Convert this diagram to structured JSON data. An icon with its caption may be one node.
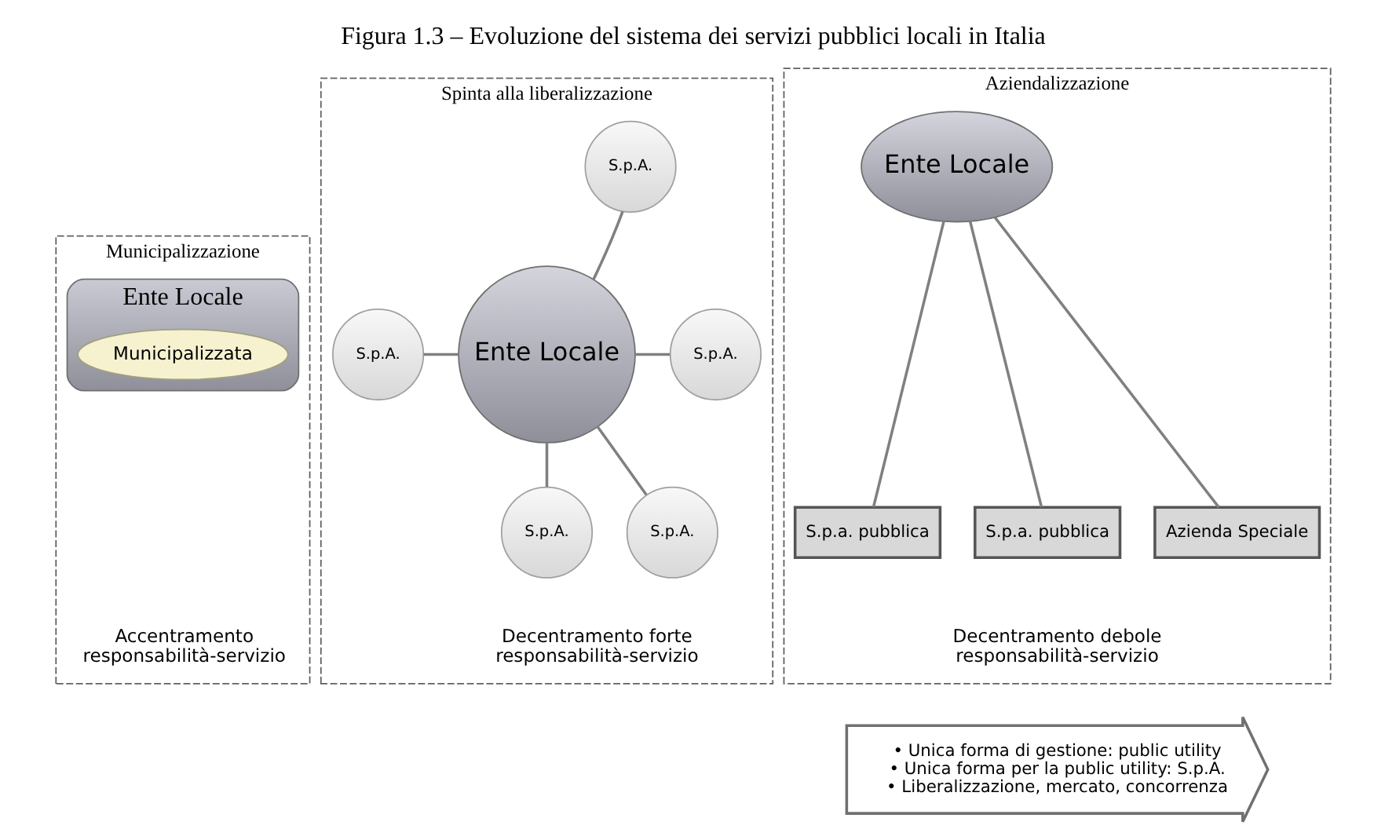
{
  "diagram": {
    "title": "Figura 1.3 – Evoluzione del sistema dei servizi pubblici locali in Italia",
    "nodes": [
      {
        "text": [
          "Municipalizzazione"
        ]
      },
      {
        "text": [
          "Ente Locale"
        ],
        "in": 0
      },
      {
        "text": [
          "Municipalizzata"
        ],
        "in": 1
      },
      {
        "text": [
          "Aziendalizzazione"
        ]
      },
      {
        "text": [
          "Ente Locale"
        ],
        "in": 3
      },
      {
        "text": [
          "S.p.a. pubblica"
        ],
        "in": 3
      },
      {
        "text": [
          "Azienda Speciale"
        ],
        "in": 3
      },
      {
        "text": [
          "S.p.a. pubblica"
        ],
        "in": 3
      },
      {
        "text": [
          "Spinta alla liberalizzazione"
        ]
      },
      {
        "text": [
          "S.p.A."
        ],
        "in": 8
      },
      {
        "text": [
          "S.p.A."
        ],
        "in": 8
      },
      {
        "text": [
          "Ente Locale"
        ],
        "in": 8
      },
      {
        "text": [
          "S.p.A."
        ],
        "in": 8
      },
      {
        "text": [
          "S.p.A."
        ],
        "in": 8
      },
      {
        "text": [
          "S.p.A."
        ],
        "in": 8
      },
      {
        "text": [
          "• Unica forma di gestione: public utility",
          "• Unica forma per la public utility: S.p.A.",
          "• Liberalizzazione, mercato, concorrenza"
        ]
      }
    ],
    "edges": [
      {
        "from": 4,
        "to": 5,
        "arrow": "none"
      },
      {
        "from": 4,
        "to": 6,
        "arrow": "none"
      },
      {
        "from": 4,
        "to": 7,
        "arrow": "none"
      },
      {
        "from": 11,
        "to": 9,
        "arrow": "none"
      },
      {
        "from": 11,
        "to": 10,
        "arrow": "none"
      },
      {
        "from": 11,
        "to": 12,
        "arrow": "none"
      },
      {
        "from": 11,
        "to": 13,
        "arrow": "none"
      },
      {
        "from": 11,
        "to": 14,
        "arrow": "none"
      }
    ],
    "labels": [
      "Accentramento responsabilità-servizio",
      "Decentramento debole responsabilità-servizio",
      "Decentramento forte responsabilità-servizio"
    ]
  }
}
